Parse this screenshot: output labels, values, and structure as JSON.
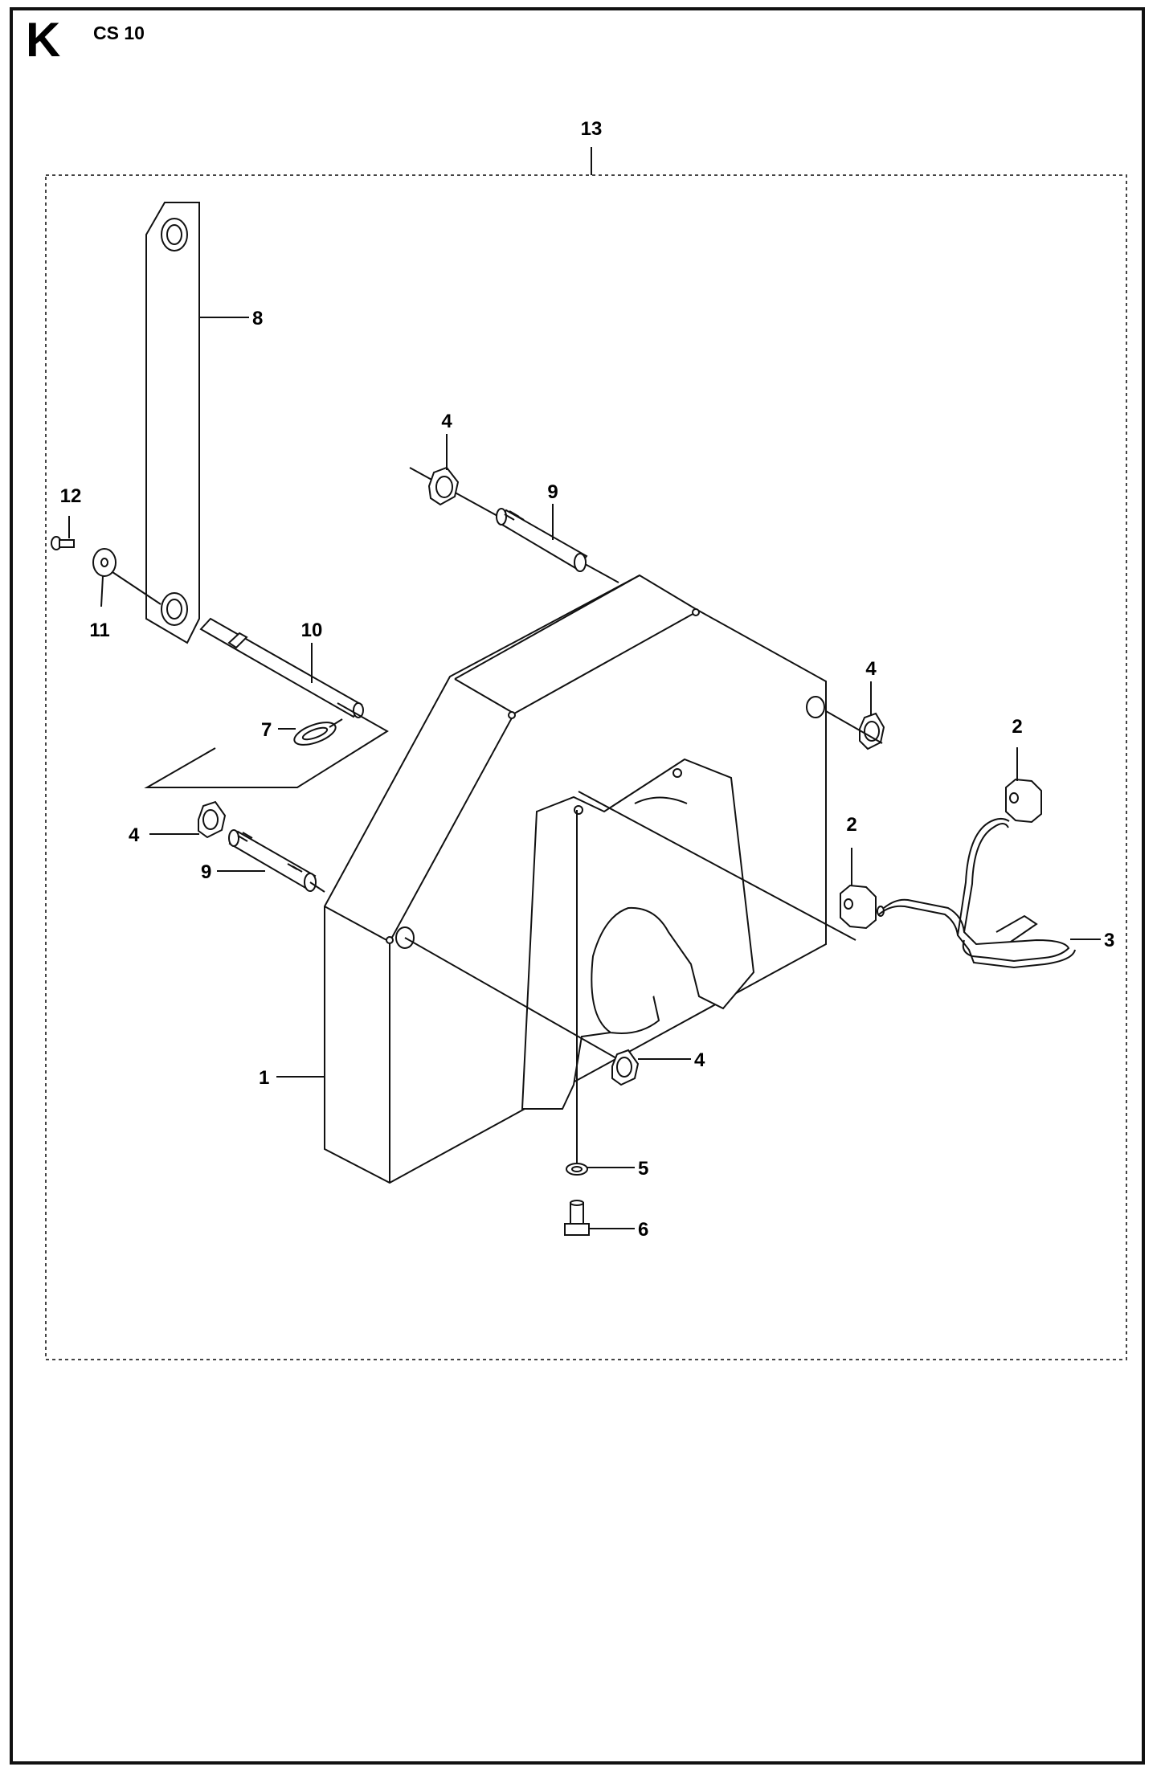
{
  "header": {
    "section_letter": "K",
    "model": "CS 10"
  },
  "callouts": {
    "kit": "13",
    "guard": "1",
    "knob_a": "2",
    "knob_b": "2",
    "handle": "3",
    "grommet_top": "4",
    "grommet_right": "4",
    "grommet_left": "4",
    "grommet_bottom": "4",
    "washer": "5",
    "bolt": "6",
    "clip": "7",
    "arm": "8",
    "stud_top": "9",
    "stud_left": "9",
    "pin": "10",
    "washer_small": "11",
    "screw": "12"
  },
  "colors": {
    "line": "#111111",
    "fill": "#ffffff",
    "frame": "#111111"
  }
}
